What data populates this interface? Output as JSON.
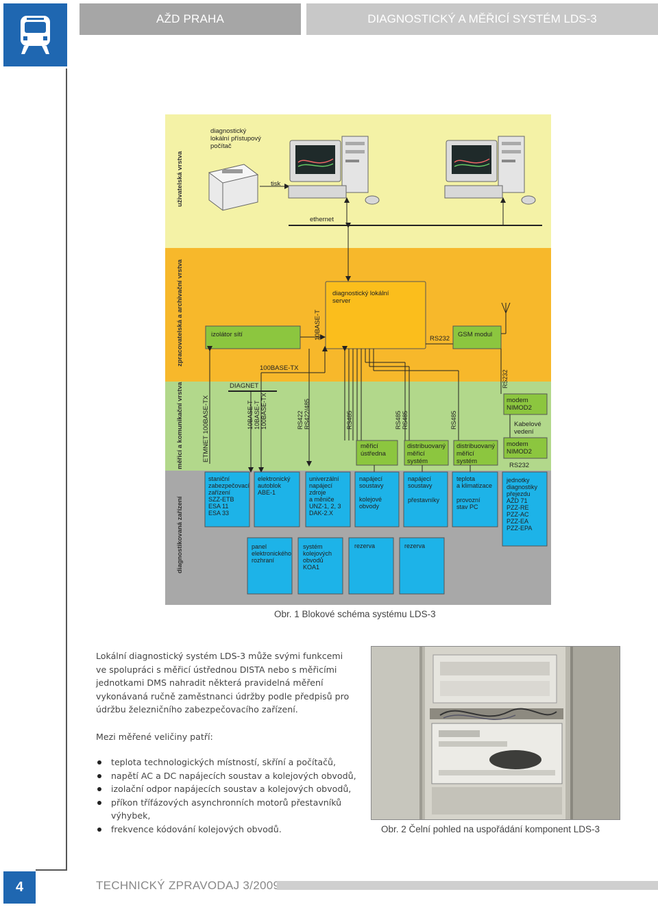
{
  "header": {
    "left_title": "AŽD PRAHA",
    "right_title": "DIAGNOSTICKÝ A MĚŘICÍ SYSTÉM LDS-3",
    "logo_icon": "train-icon",
    "accent_color": "#1f67b1"
  },
  "diagram": {
    "layers": {
      "user": "uživatelská vrstva",
      "processing": "zpracovatelská a archivační vrstva",
      "measuring": "měřicí a komunikační vrstva",
      "diagnosed": "diagnostikovaná zařízení"
    },
    "pc_label": [
      "diagnostický",
      "lokální přístupový",
      "počítač"
    ],
    "print_label": "tisk",
    "ethernet_label": "ethernet",
    "server_label": [
      "diagnostický lokální",
      "server"
    ],
    "isolator_label": "izolátor sítí",
    "gsm_label": "GSM modul",
    "rs232": "RS232",
    "tenbase_t": "10BASE-T",
    "hundredbase_tx": "100BASE-TX",
    "diagnet": "DIAGNET",
    "etmnet": "ETMNET 100BASE-TX",
    "v_10base": "10BASE-T",
    "v_10base2": "10BASE-T",
    "v_100base": "100BASE-TX",
    "rs422": "RS422",
    "rs422_485": "RS422/485",
    "rs485": "RS485",
    "modem1": [
      "modem",
      "NIMOD2"
    ],
    "cable": [
      "Kabelové",
      "vedení"
    ],
    "modem2": [
      "modem",
      "NIMOD2"
    ],
    "measuring_units": {
      "ustredna": [
        "měřicí",
        "ústředna"
      ],
      "dist1": [
        "distribuovaný",
        "měřicí",
        "systém"
      ],
      "dist2": [
        "distribuovaný",
        "měřicí",
        "systém"
      ]
    },
    "devices": {
      "d1": [
        "staniční",
        "zabezpečovací",
        "zařízení",
        "SZZ-ETB",
        "ESA 11",
        "ESA 33"
      ],
      "d2": [
        "elektronický",
        "autoblok",
        "ABE-1"
      ],
      "d3": [
        "univerzální",
        "napájecí",
        "zdroje",
        "a měniče",
        "UNZ-1, 2, 3",
        "DAK-2.X"
      ],
      "d4a": [
        "napájecí",
        "soustavy"
      ],
      "d4b": [
        "kolejové",
        "obvody"
      ],
      "d5a": [
        "napájecí",
        "soustavy"
      ],
      "d5b": "přestavníky",
      "d6a": [
        "teplota",
        "a klimatizace"
      ],
      "d6b": [
        "provozní",
        "stav PC"
      ],
      "d7": [
        "jednotky",
        "diagnostiky",
        "přejezdu",
        "AŽD 71",
        "PZZ-RE",
        "PZZ-AC",
        "PZZ-EA",
        "PZZ-EPA"
      ],
      "d8": [
        "panel",
        "elektronického",
        "rozhraní"
      ],
      "d9": [
        "systém",
        "kolejových",
        "obvodů",
        "KOA1"
      ],
      "d10": "rezerva",
      "d11": "rezerva"
    },
    "colors": {
      "user_bg": "#f4f2a6",
      "processing_bg": "#f7b82b",
      "measuring_bg": "#b2d88b",
      "device_bg": "#a8a8a8",
      "box_cyan": "#1db3e8",
      "box_orange": "#fbbe1c",
      "box_green": "#8cc63f"
    }
  },
  "caption1": "Obr. 1 Blokové schéma systému LDS-3",
  "intro_paragraph": "Lokální diagnostický systém LDS-3 může svými funkcemi ve spolupráci s měřicí ústřednou DISTA nebo s měřicími jednotkami DMS nahradit některá pravidelná měření vykonávaná ručně zaměstnanci údržby podle předpisů pro údržbu železničního zabezpečovacího zařízení.",
  "measured_intro": "Mezi měřené veličiny patří:",
  "bullets": [
    "teplota technologických místností, skříní a počítačů,",
    "napětí AC a DC napájecích soustav a kolejových obvodů,",
    "izolační odpor napájecích soustav a kolejových obvodů,",
    "příkon třífázových asynchronních motorů přestavníků výhybek,",
    "frekvence kódování kolejových obvodů."
  ],
  "caption2": "Obr. 2 Čelní pohled na uspořádání komponent LDS-3",
  "footer": {
    "page_number": "4",
    "title": "TECHNICKÝ ZPRAVODAJ 3/2009"
  }
}
